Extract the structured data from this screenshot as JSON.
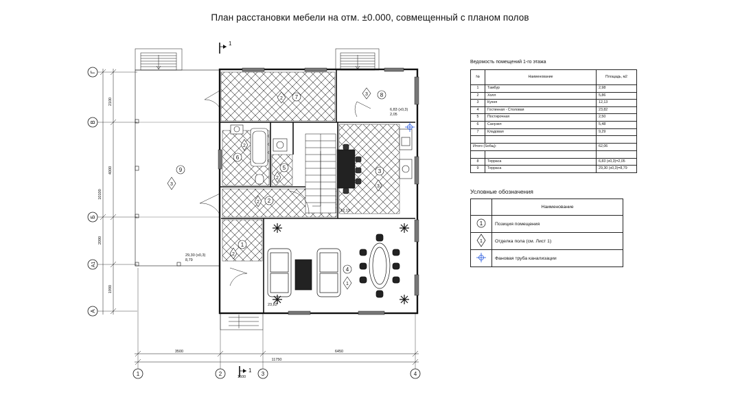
{
  "title": "План расстановки мебели на отм. ±0.000, совмещенный с планом полов",
  "section_marks": {
    "top": "1",
    "bottom": "1"
  },
  "axes": {
    "rows": [
      "Г",
      "В",
      "Б",
      "А1",
      "А"
    ],
    "cols": [
      "1",
      "2",
      "3",
      "4"
    ]
  },
  "dimensions": {
    "left": [
      "2100",
      "4000",
      "10100",
      "2090",
      "1990"
    ],
    "bottom": [
      "3500",
      "6450",
      "11750",
      "1600"
    ]
  },
  "plan_labels": {
    "room_tags": [
      "1",
      "2",
      "3",
      "4",
      "5",
      "6",
      "7",
      "8",
      "9"
    ],
    "finish_tags": [
      "1",
      "2",
      "3"
    ],
    "terrace_small": [
      "6,83 (x0,3)",
      "2,05"
    ],
    "terrace_large": [
      "29,30 (x0,3)",
      "8,79"
    ],
    "living_area": "23,82",
    "kitchen_area": "12,13"
  },
  "schedule": {
    "title": "Ведомость помещений 1-го этажа",
    "headers": [
      "№",
      "Наименование",
      "Площадь, м2"
    ],
    "rows": [
      {
        "n": "1",
        "name": "Тамбур",
        "area": "2,98"
      },
      {
        "n": "2",
        "name": "Холл",
        "area": "5,86"
      },
      {
        "n": "3",
        "name": "Кухня",
        "area": "12,13"
      },
      {
        "n": "4",
        "name": "Гостинная - Столовая",
        "area": "23,82"
      },
      {
        "n": "5",
        "name": "Постирочная",
        "area": "2,50"
      },
      {
        "n": "6",
        "name": "Санузел",
        "area": "5,48"
      },
      {
        "n": "7",
        "name": "Кладовая",
        "area": "9,29"
      }
    ],
    "total_label": "Итого (Sобщ):",
    "total_area": "62,06",
    "terraces": [
      {
        "n": "8",
        "name": "Терраса",
        "area": "6,83 (x0,3)=2,05"
      },
      {
        "n": "9",
        "name": "Терраса",
        "area": "29,30 (x0,3)=8,79"
      }
    ]
  },
  "legend": {
    "title": "Условные обозначения",
    "header": "Наименование",
    "rows": [
      {
        "symbol": "circle-tag-icon",
        "tag": "1",
        "label": "Позиция помещения"
      },
      {
        "symbol": "diamond-tag-icon",
        "tag": "1",
        "label": "Отделка пола (см. Лист 1)"
      },
      {
        "symbol": "vent-pipe-icon",
        "tag": "",
        "label": "Фановая труба канализации"
      }
    ]
  },
  "colors": {
    "line": "#1a1a1a",
    "wall_gray": "#555555",
    "vent": "#2255dd",
    "hatch": "#333333"
  }
}
